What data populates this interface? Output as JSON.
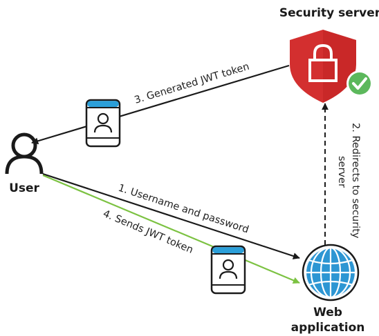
{
  "nodes": {
    "security_server": {
      "label": "Security server"
    },
    "user": {
      "label": "User"
    },
    "web_application": {
      "label_line1": "Web",
      "label_line2": "application"
    }
  },
  "edges": {
    "step1": {
      "label": "1. Username and password"
    },
    "step2": {
      "label_line1": "2. Redirects to security",
      "label_line2": "server"
    },
    "step3": {
      "label": "3. Generated JWT token"
    },
    "step4": {
      "label": "4. Sends JWT token"
    }
  },
  "colors": {
    "shield_red": "#d32f2f",
    "check_green": "#5cb85c",
    "green_arrow": "#7cc242",
    "globe_blue": "#2d96d3",
    "device_header": "#2b9fd9",
    "dark": "#1a1a1a"
  },
  "icons": [
    "shield-lock-icon",
    "check-badge-icon",
    "user-icon",
    "globe-icon",
    "device-token-icon"
  ]
}
